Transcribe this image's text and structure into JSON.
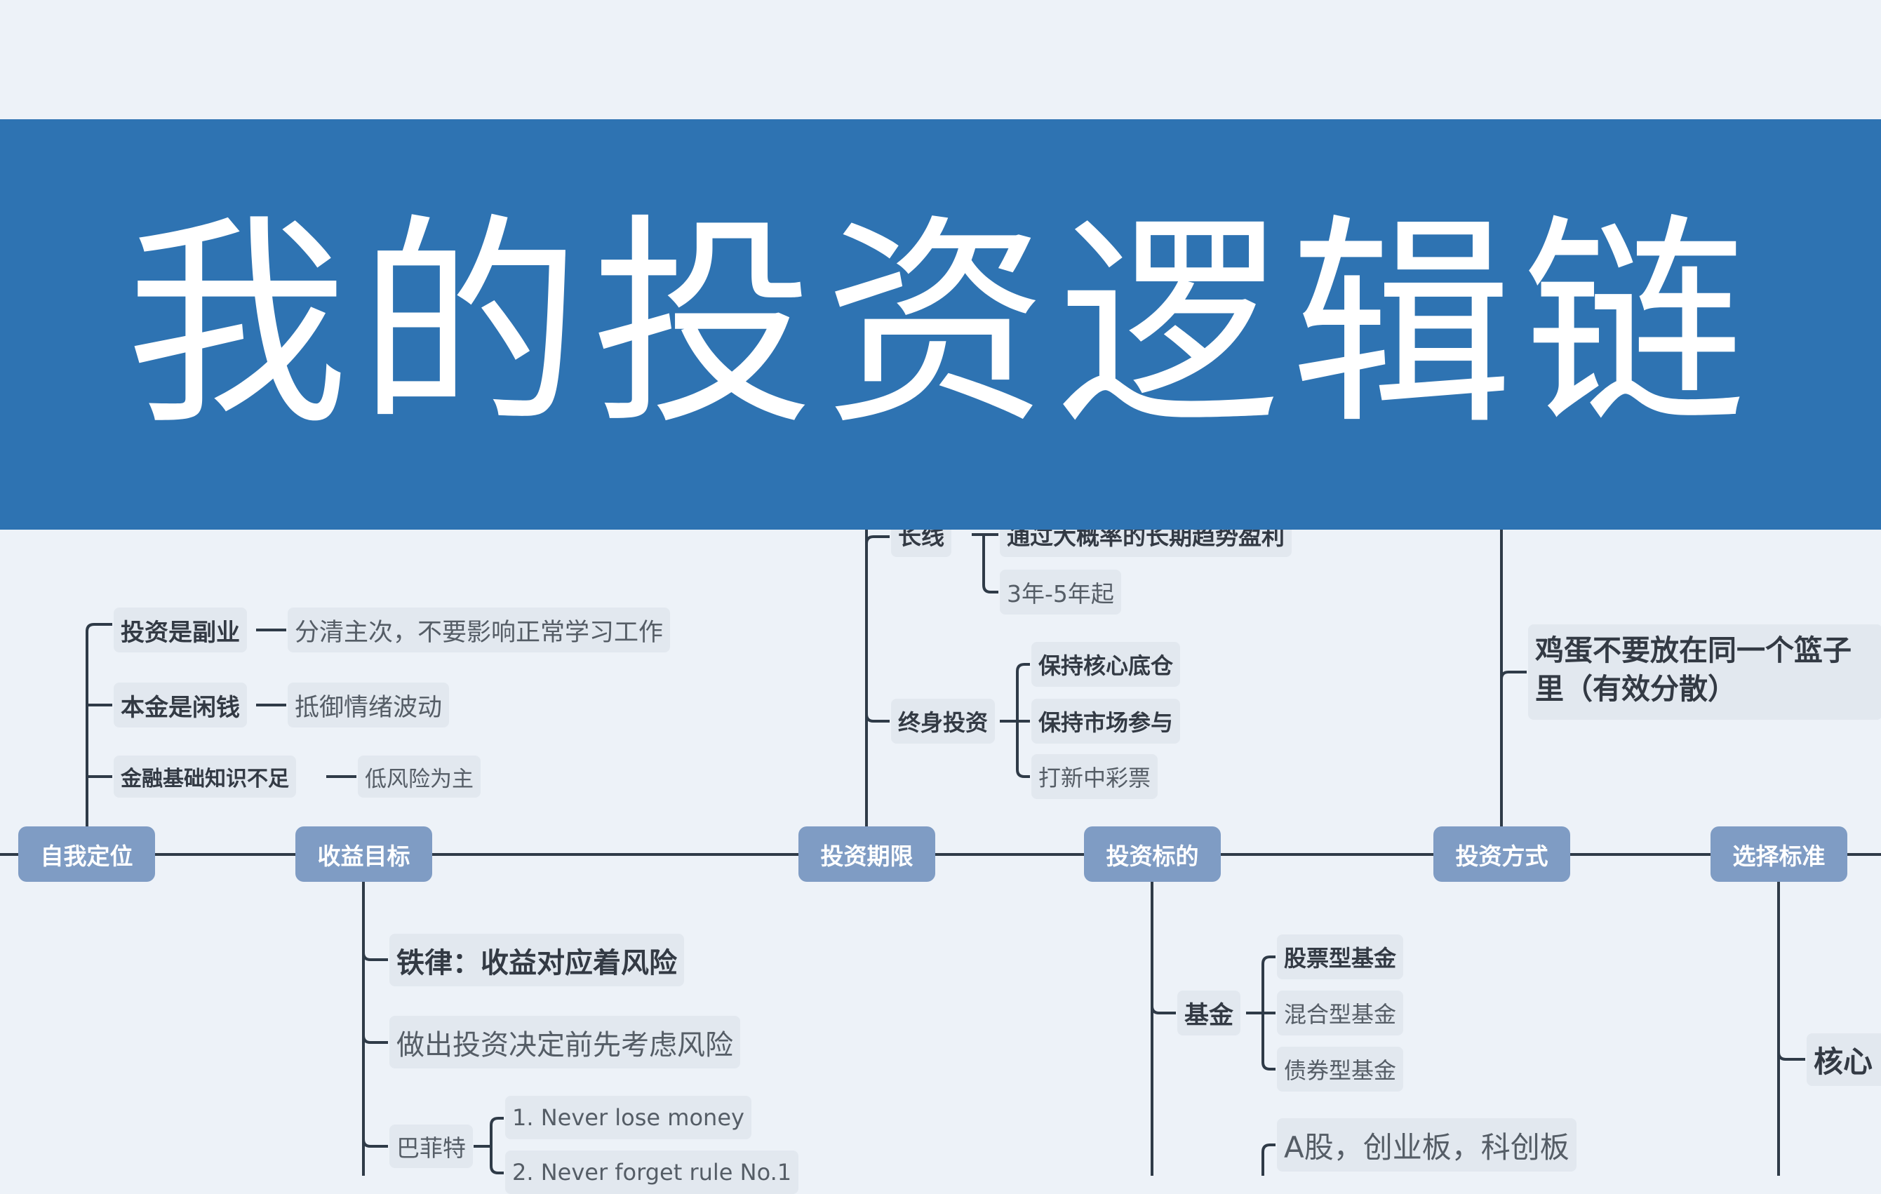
{
  "title": "我的投资逻辑链",
  "colors": {
    "banner": "#2e73b2",
    "background": "#edf2f8",
    "main_node": "#7f9cc4",
    "sub_node": "#e2e8ef",
    "line": "#2f3b48"
  },
  "main_nodes": [
    "自我定位",
    "收益目标",
    "投资期限",
    "投资标的",
    "投资方式",
    "选择标准"
  ],
  "self_position": {
    "items": [
      {
        "label": "投资是副业",
        "note": "分清主次，不要影响正常学习工作"
      },
      {
        "label": "本金是闲钱",
        "note": "抵御情绪波动"
      },
      {
        "label": "金融基础知识不足",
        "note": "低风险为主"
      }
    ]
  },
  "return_target": {
    "rule": "铁律：收益对应着风险",
    "risk_first": "做出投资决定前先考虑风险",
    "buffett": "巴菲特",
    "buffett_rules": [
      "1. Never lose money",
      "2. Never forget rule No.1"
    ]
  },
  "period": {
    "long": "长线",
    "long_items": [
      "通过大概率的长期趋势盈利",
      "3年-5年起"
    ],
    "lifetime": "终身投资",
    "lifetime_items": [
      "保持核心底仓",
      "保持市场参与",
      "打新中彩票"
    ]
  },
  "targets": {
    "fund": "基金",
    "fund_types": [
      "股票型基金",
      "混合型基金",
      "债券型基金"
    ],
    "stocks": "A股，创业板，科创板"
  },
  "method": {
    "diversify": "鸡蛋不要放在同一个篮子里（有效分散）"
  },
  "criteria": {
    "core": "核心"
  }
}
